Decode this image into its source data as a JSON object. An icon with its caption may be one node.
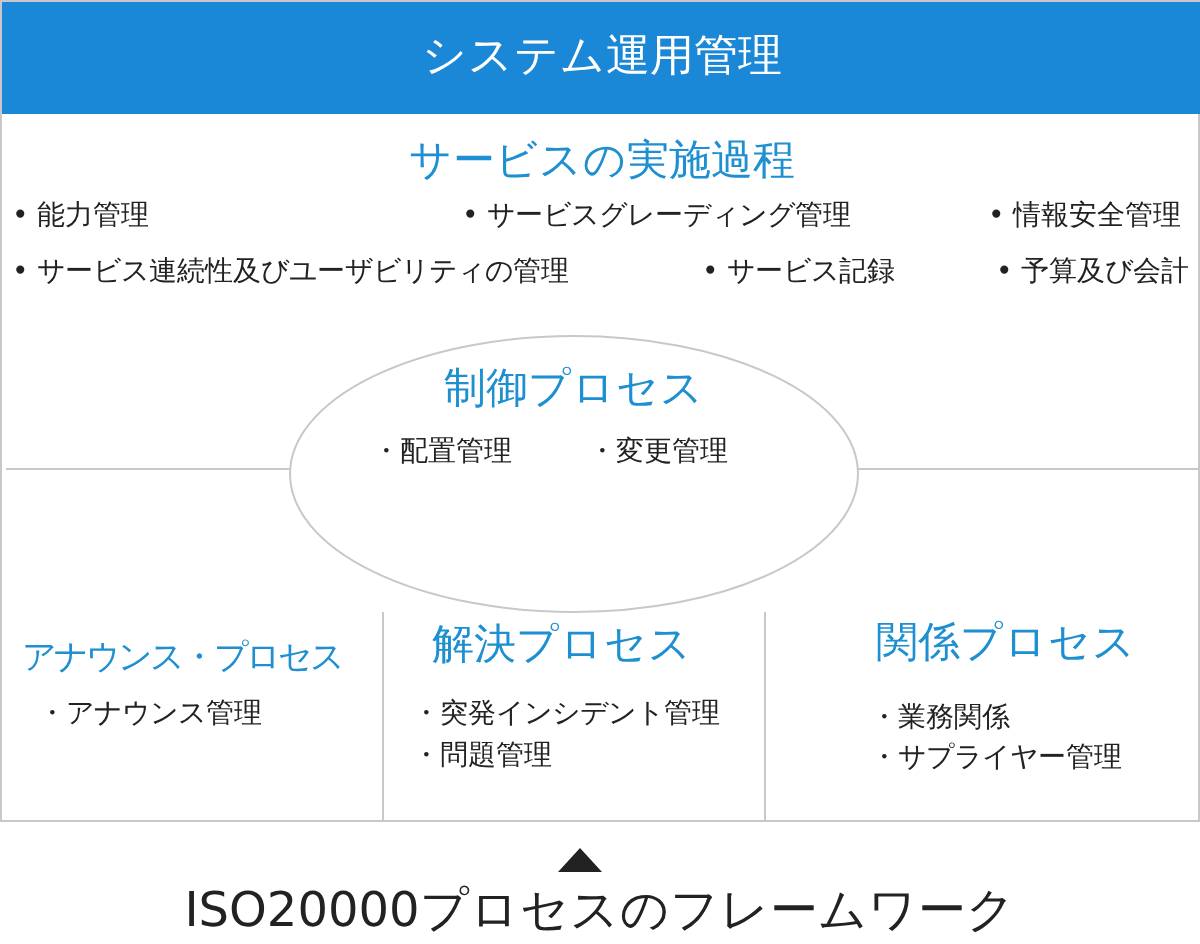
{
  "diagram": {
    "caption": "ISO20000プロセスのフレームワーク",
    "nodes": [
      {
        "text": [
          "システム運用管理"
        ]
      },
      {
        "text": [
          "サービスの実施過程",
          "• 能力管理",
          "• サービスグレーディング管理",
          "• 情報安全管理",
          "• サービス連続性及びユーザビリティの管理",
          "• サービス記録",
          "• 予算及び会計"
        ],
        "in": 0
      },
      {
        "text": [
          "制御プロセス",
          "・配置管理",
          "・変更管理"
        ],
        "in": 0
      },
      {
        "text": [
          "アナウンス・プロセス",
          "・アナウンス管理"
        ],
        "in": 0
      },
      {
        "text": [
          "解決プロセス",
          "・突発インシデント管理",
          "・問題管理"
        ],
        "in": 0
      },
      {
        "text": [
          "関係プロセス",
          "・業務関係",
          "・サプライヤー管理"
        ],
        "in": 0
      }
    ]
  }
}
